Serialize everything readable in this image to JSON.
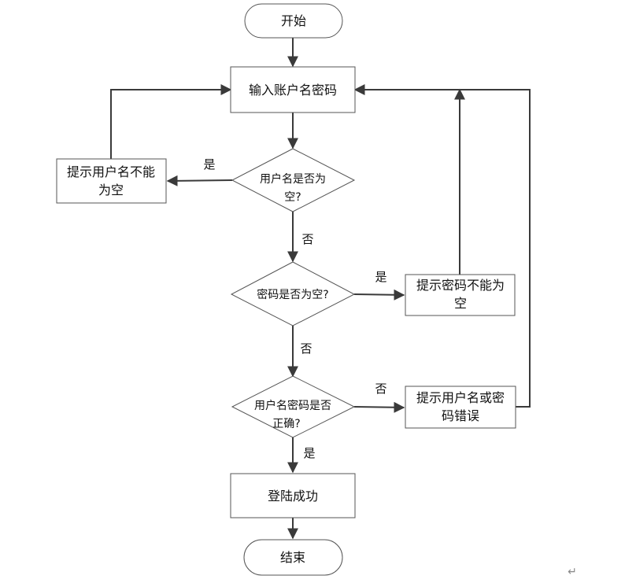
{
  "nodes": {
    "start": "开始",
    "input": "输入账户名密码",
    "check_user": [
      "用户名是否为",
      "空?"
    ],
    "warn_user": [
      "提示用户名不能",
      "为空"
    ],
    "check_pwd": "密码是否为空?",
    "warn_pwd": [
      "提示密码不能为",
      "空"
    ],
    "check_auth": [
      "用户名密码是否",
      "正确?"
    ],
    "warn_auth": [
      "提示用户名或密",
      "码错误"
    ],
    "success": "登陆成功",
    "end": "结束"
  },
  "edge_labels": {
    "user_yes": "是",
    "user_no": "否",
    "pwd_yes": "是",
    "pwd_no": "否",
    "auth_no": "否",
    "auth_yes": "是"
  },
  "paragraph_mark": "↵"
}
